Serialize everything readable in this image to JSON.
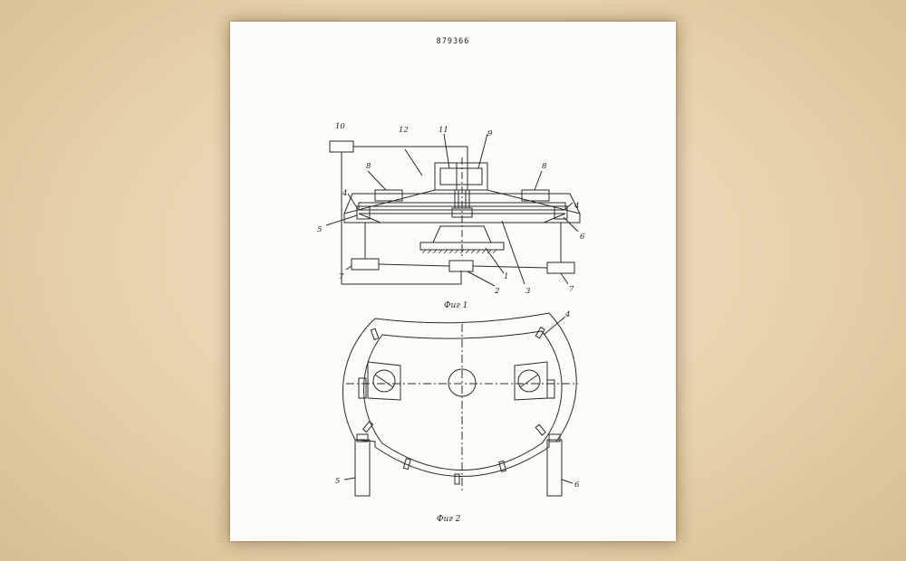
{
  "document": {
    "number": "879366"
  },
  "fig1": {
    "caption": "Фиг 1",
    "labels": {
      "l10": "10",
      "l12": "12",
      "l11": "11",
      "l9": "9",
      "l8a": "8",
      "l8b": "8",
      "l4a": "4",
      "l4b": "4",
      "l5": "5",
      "l6": "6",
      "l3": "3",
      "l1": "1",
      "l2": "2",
      "l7a": "7",
      "l7b": "7"
    }
  },
  "fig2": {
    "caption": "Фиг 2",
    "labels": {
      "l4": "4",
      "l5": "5",
      "l6": "6"
    }
  }
}
